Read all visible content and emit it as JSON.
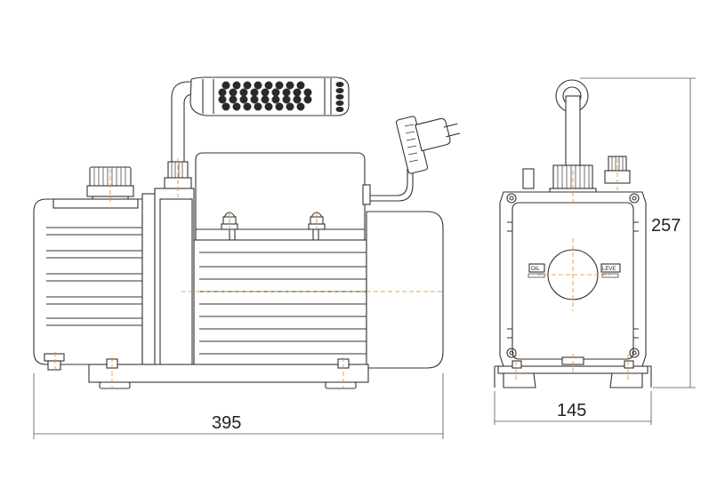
{
  "dimensions": {
    "length": "395",
    "height": "257",
    "width": "145"
  },
  "labels": {
    "oil": "OIL",
    "level": "LEVE"
  },
  "colors": {
    "line": "#333333",
    "centerline": "#e58a2a",
    "grip": "#2a2a2a"
  }
}
